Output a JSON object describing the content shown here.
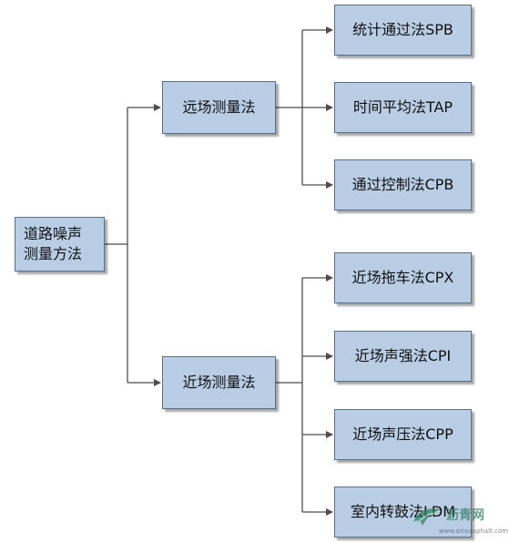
{
  "diagram": {
    "root": {
      "label_line1": "道路噪声",
      "label_line2": "测量方法"
    },
    "categories": [
      {
        "label": "远场测量法"
      },
      {
        "label": "近场测量法"
      }
    ],
    "methods": [
      {
        "label": "统计通过法SPB"
      },
      {
        "label": "时间平均法TAP"
      },
      {
        "label": "通过控制法CPB"
      },
      {
        "label": "近场拖车法CPX"
      },
      {
        "label": "近场声强法CPI"
      },
      {
        "label": "近场声压法CPP"
      },
      {
        "label": "室内转鼓法LDM"
      }
    ]
  },
  "watermark": {
    "title": "沥青网",
    "url": "www.sinoasphalt.com",
    "color": "#2a7b59"
  },
  "style": {
    "node_fill": "#b9cde5",
    "node_border": "#5b6f86",
    "line_color": "#4d4d4d"
  }
}
